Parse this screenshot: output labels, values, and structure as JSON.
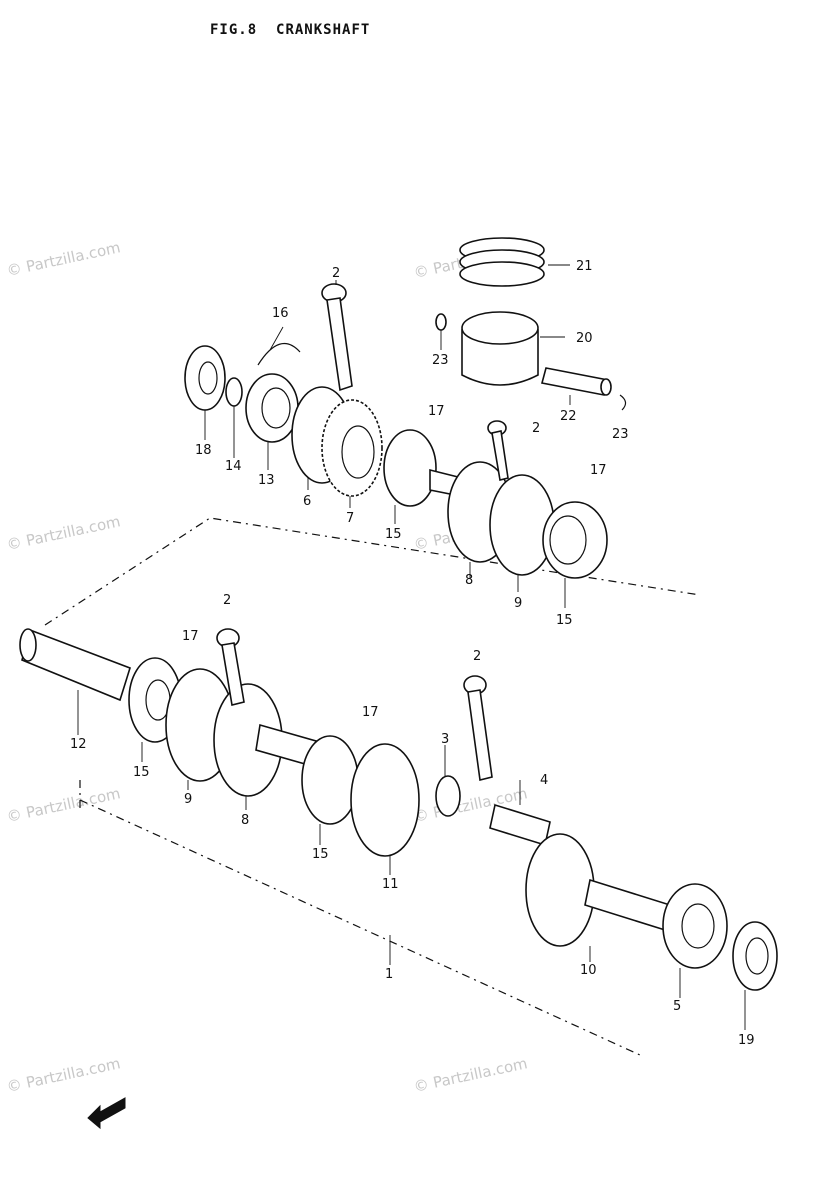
{
  "figure": {
    "number": "FIG.8",
    "title": "CRANKSHAFT"
  },
  "watermark": "© Partzilla.com",
  "callouts": {
    "c1": "1",
    "c2a": "2",
    "c2b": "2",
    "c2c": "2",
    "c2d": "2",
    "c3": "3",
    "c4": "4",
    "c5": "5",
    "c6": "6",
    "c7": "7",
    "c8a": "8",
    "c8b": "8",
    "c9a": "9",
    "c9b": "9",
    "c10": "10",
    "c11": "11",
    "c12": "12",
    "c13": "13",
    "c14": "14",
    "c15a": "15",
    "c15b": "15",
    "c15c": "15",
    "c15d": "15",
    "c16": "16",
    "c17a": "17",
    "c17b": "17",
    "c17c": "17",
    "c17d": "17",
    "c18": "18",
    "c19": "19",
    "c20": "20",
    "c21": "21",
    "c22": "22",
    "c23a": "23",
    "c23b": "23"
  },
  "colors": {
    "line": "#111111",
    "watermark": "#c8c8c8",
    "background": "#ffffff"
  },
  "icons": {
    "front_arrow": "front-arrow-icon"
  }
}
